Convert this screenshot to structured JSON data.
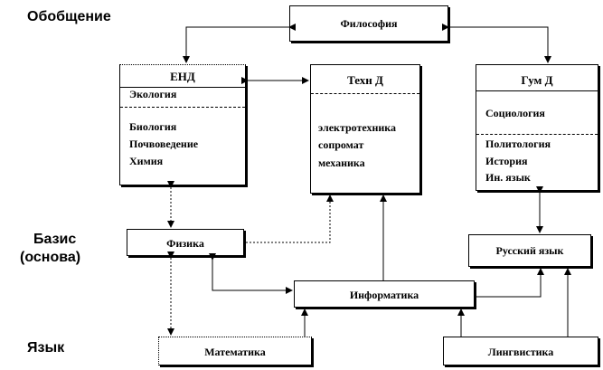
{
  "levels": {
    "generalization": "Обобщение",
    "basis_line1": "Базис",
    "basis_line2": "(основа)",
    "language": "Язык"
  },
  "nodes": {
    "philosophy": "Философия",
    "end": {
      "title": "ЕНД",
      "top_item": "Экология",
      "items": [
        "Биология",
        "Почвоведение",
        "Химия"
      ]
    },
    "tech": {
      "title": "Техн Д",
      "items": [
        "электротехника",
        "сопромат",
        "механика"
      ]
    },
    "hum": {
      "title": "Гум Д",
      "top_item": "Социология",
      "items": [
        "Политология",
        "История",
        "Ин. язык"
      ]
    },
    "physics": "Физика",
    "russian": "Русский язык",
    "informatics": "Информатика",
    "math": "Математика",
    "linguistics": "Лингвистика"
  }
}
